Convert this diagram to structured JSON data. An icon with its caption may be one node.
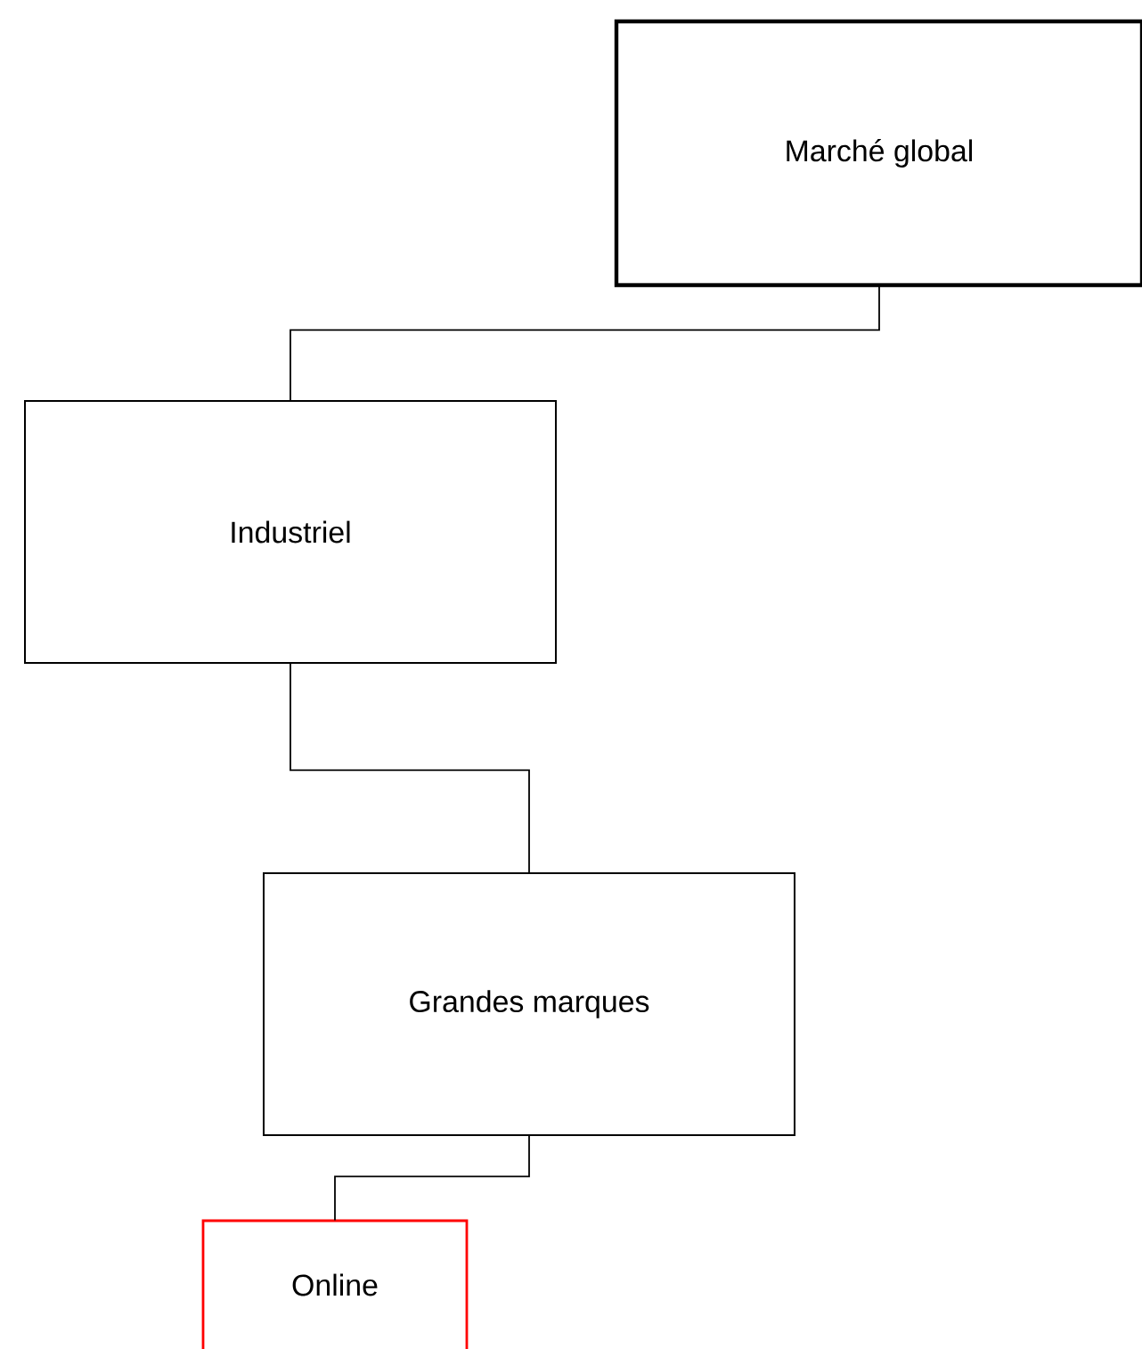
{
  "diagram": {
    "nodes": [
      {
        "text": [
          "Marché global"
        ]
      },
      {
        "text": [
          "Industriel"
        ]
      },
      {
        "text": [
          "Grandes marques"
        ]
      },
      {
        "text": [
          "Online"
        ]
      }
    ],
    "edges": [
      {
        "from": 0,
        "to": 1,
        "arrow": "none"
      },
      {
        "from": 1,
        "to": 2,
        "arrow": "none"
      },
      {
        "from": 2,
        "to": 3,
        "arrow": "none"
      }
    ]
  }
}
